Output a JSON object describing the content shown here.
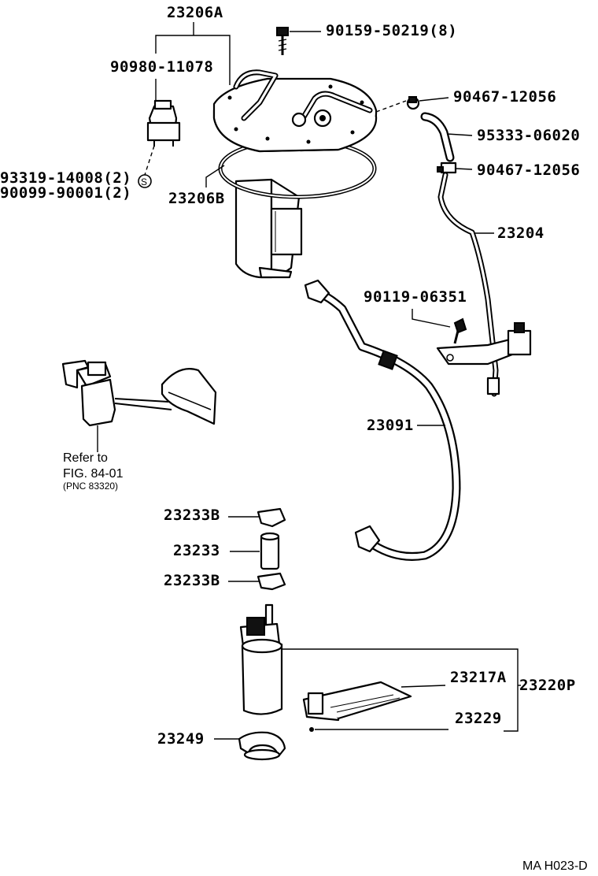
{
  "labels": {
    "p23206A": "23206A",
    "p90159": "90159-50219(8)",
    "p90980": "90980-11078",
    "p90467a": "90467-12056",
    "p95333": "95333-06020",
    "p90467b": "90467-12056",
    "p93319": "93319-14008(2)",
    "p90099": "90099-90001(2)",
    "p23206B": "23206B",
    "p23204": "23204",
    "p90119": "90119-06351",
    "p23091": "23091",
    "p23233B_top": "23233B",
    "p23233": "23233",
    "p23233B_bot": "23233B",
    "p23217A": "23217A",
    "p23220P": "23220P",
    "p23229": "23229",
    "p23249": "23249"
  },
  "refer": {
    "line1": "Refer to",
    "line2": "FIG. 84-01",
    "line3": "(PNC 83320)"
  },
  "washer_symbol": "S",
  "footer_code": "MA  H023-D"
}
